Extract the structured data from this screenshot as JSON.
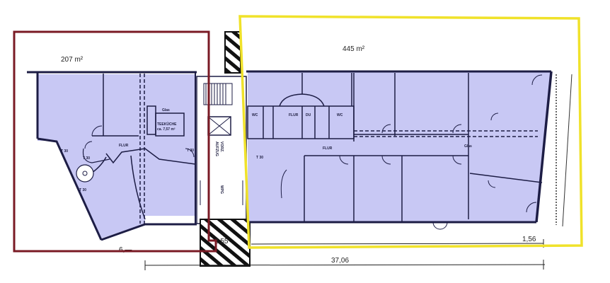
{
  "floorplan": {
    "left_section": {
      "area_label": "207 m²",
      "outline_color": "#7a1a24",
      "rooms": {
        "corridor": "FLUR",
        "kitchen_line1": "TEEKÜCHE",
        "kitchen_line2": "ca. 7,57 m²",
        "glass": "Glas",
        "door_left": "T 30",
        "door_left2": "T 30",
        "door_stair": "T 30",
        "door_core": "T 30"
      }
    },
    "right_section": {
      "area_label": "445 m²",
      "outline_color": "#f0e22a",
      "rooms": {
        "wc1": "WC",
        "corridor_small": "FLUR",
        "shower": "DU",
        "wc2": "WC",
        "corridor_main": "FLUR",
        "glass": "Glas",
        "door_core": "T 30"
      }
    },
    "core": {
      "elevator_label_1": "VORZ.",
      "elevator_label_2": "AUFZUG",
      "shaft_label": "WPG"
    },
    "dimensions": {
      "total_length": "37,06",
      "offset_right": "1,56",
      "stair_width": "2,55",
      "left_bottom": "6,—"
    },
    "colors": {
      "room_fill": "#c8c8f4",
      "wall": "#1d1d45",
      "left_outline": "#7a1a24",
      "right_outline": "#f0e22a"
    }
  }
}
